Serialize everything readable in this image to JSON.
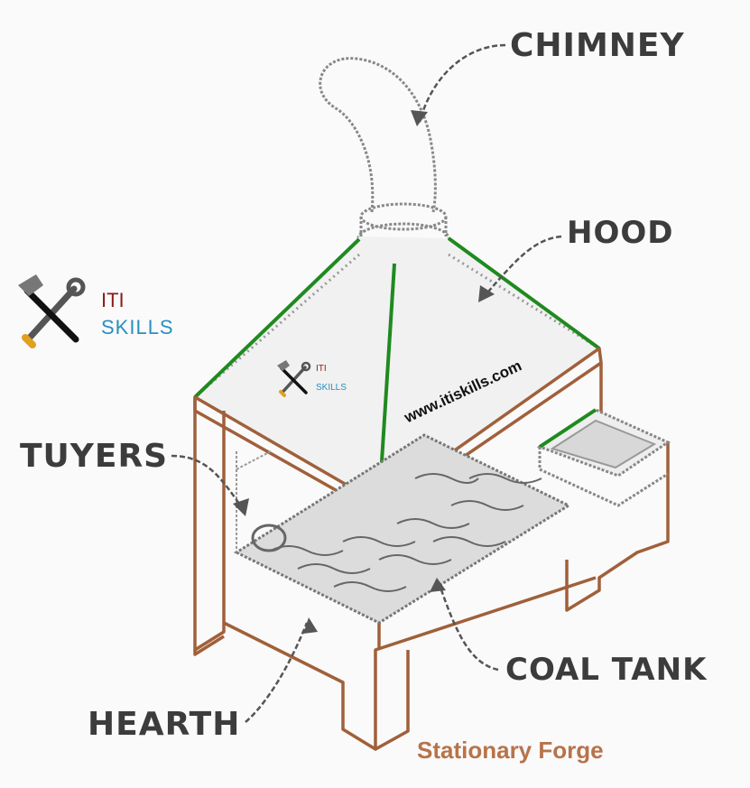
{
  "labels": {
    "chimney": "CHIMNEY",
    "hood": "HOOD",
    "tuyers": "TUYERS",
    "coal_tank": "COAL TANK",
    "hearth": "HEARTH"
  },
  "caption": "Stationary Forge",
  "website": "www.itiskills.com",
  "brand": {
    "line1": "ITI",
    "line2": "SKILLS"
  },
  "icons": {
    "logo": "hammer-wrench-icon"
  },
  "colors": {
    "hood_edge": "#1f8a1f",
    "frame": "#a0603a",
    "caption": "#b8734a",
    "brand_red": "#8b1a1a",
    "brand_blue": "#2a8fbd"
  }
}
